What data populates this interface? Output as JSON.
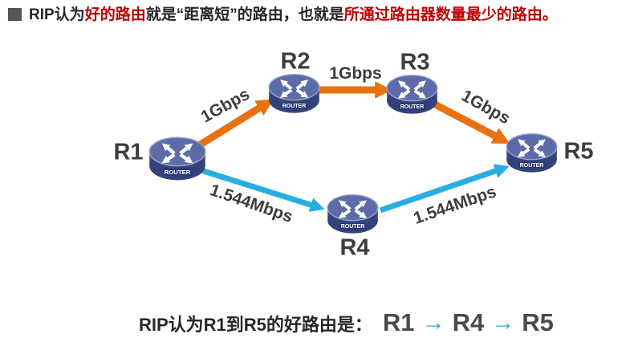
{
  "title": {
    "segments": [
      {
        "text": "RIP认为",
        "style": "dark"
      },
      {
        "text": "好的路由",
        "style": "red"
      },
      {
        "text": "就是“距离短”的路由，也就是",
        "style": "dark"
      },
      {
        "text": "所通过路由器数量最少的路由。",
        "style": "red"
      }
    ]
  },
  "router_icon_label": "ROUTER",
  "nodes": [
    {
      "id": "R1",
      "label": "R1"
    },
    {
      "id": "R2",
      "label": "R2"
    },
    {
      "id": "R3",
      "label": "R3"
    },
    {
      "id": "R4",
      "label": "R4"
    },
    {
      "id": "R5",
      "label": "R5"
    }
  ],
  "links": [
    {
      "from": "R1",
      "to": "R2",
      "label": "1Gbps",
      "speed": "fast",
      "color": "#e8720f"
    },
    {
      "from": "R2",
      "to": "R3",
      "label": "1Gbps",
      "speed": "fast",
      "color": "#e8720f"
    },
    {
      "from": "R3",
      "to": "R5",
      "label": "1Gbps",
      "speed": "fast",
      "color": "#e8720f"
    },
    {
      "from": "R1",
      "to": "R4",
      "label": "1.544Mbps",
      "speed": "slow",
      "color": "#29ade3"
    },
    {
      "from": "R4",
      "to": "R5",
      "label": "1.544Mbps",
      "speed": "slow",
      "color": "#29ade3"
    }
  ],
  "caption": {
    "prefix": "RIP认为R1到R5的好路由是：",
    "path": [
      "R1",
      "R4",
      "R5"
    ],
    "arrow": "→"
  },
  "colors": {
    "accent_orange": "#e8720f",
    "accent_blue": "#29ade3",
    "title_red": "#c00000",
    "text_dark": "#262626",
    "label_gray": "#3d3d3d",
    "router_top": "#5d6ca8",
    "router_side": "#3b4a85"
  }
}
